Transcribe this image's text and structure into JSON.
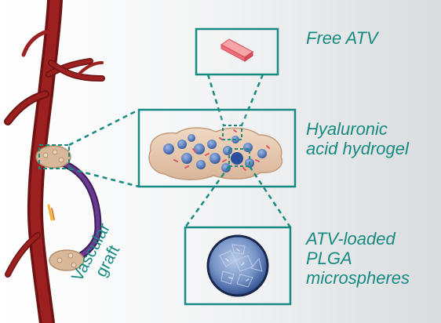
{
  "labels": {
    "free_atv": "Free ATV",
    "hydrogel_line1": "Hyaluronic",
    "hydrogel_line2": "acid hydrogel",
    "plga_line1": "ATV-loaded",
    "plga_line2": "PLGA",
    "plga_line3": "microspheres",
    "graft_line1": "Vascular",
    "graft_line2": "graft"
  },
  "colors": {
    "accent_teal": "#178a82",
    "vessel_red": "#8e1b1b",
    "graft_purple": "#5a2d7a",
    "hydrogel_beige": "#e6c8b0",
    "microsphere_blue": "#4f72b8",
    "drug_crystal": "#f07078"
  },
  "icons": {
    "vessel": "blood-vessel-icon",
    "graft": "vascular-graft-icon",
    "crystal": "atv-crystal-icon",
    "hydrogel": "hydrogel-blob-icon",
    "microsphere": "microsphere-icon"
  }
}
